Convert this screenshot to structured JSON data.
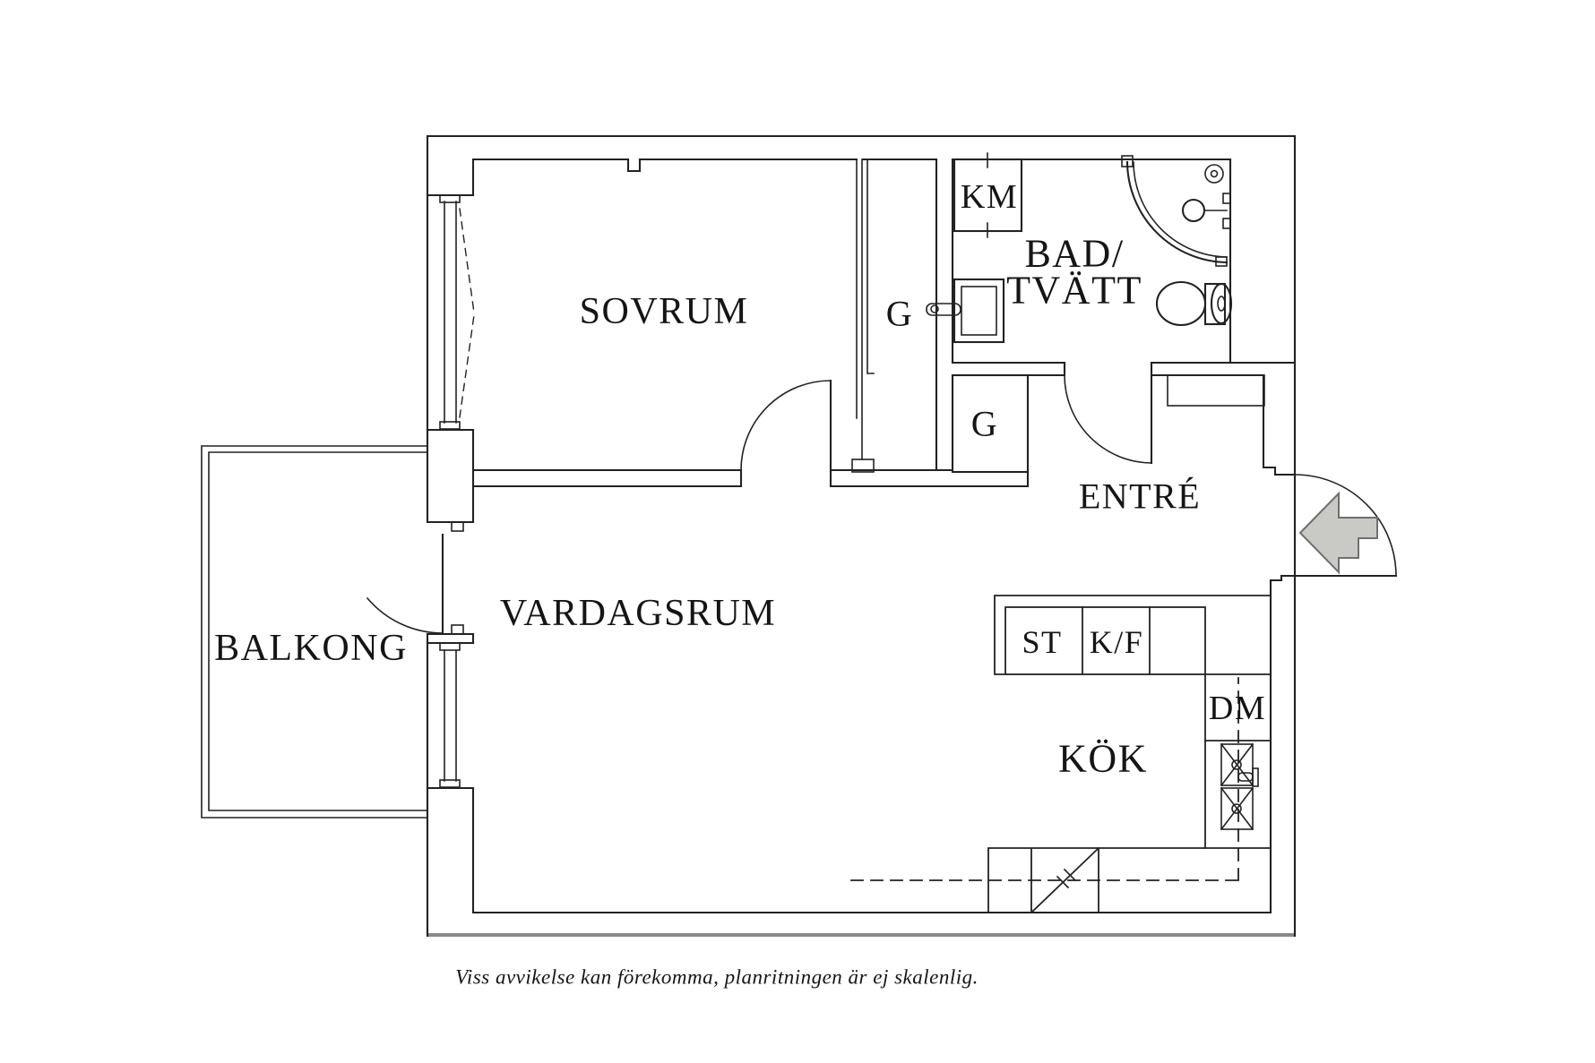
{
  "plan": {
    "rooms": {
      "sovrum": "SOVRUM",
      "vardagsrum": "VARDAGSRUM",
      "balkong": "BALKONG",
      "kok": "KÖK",
      "entre": "ENTRÉ",
      "bad_line1": "BAD/",
      "bad_line2": "TVÄTT"
    },
    "closets": {
      "g_upper": "G",
      "g_lower": "G",
      "km": "KM",
      "st": "ST",
      "kf": "K/F",
      "dm": "DM"
    },
    "footer": {
      "disclaimer": "Viss avvikelse kan förekomma, planritningen är ej skalenlig."
    },
    "colors": {
      "line": "#222222",
      "shadow": "#8a8a8a",
      "arrow_fill": "#c9c9c5",
      "arrow_stroke": "#6f6f6f",
      "text": "#151515",
      "background": "#ffffff"
    }
  }
}
